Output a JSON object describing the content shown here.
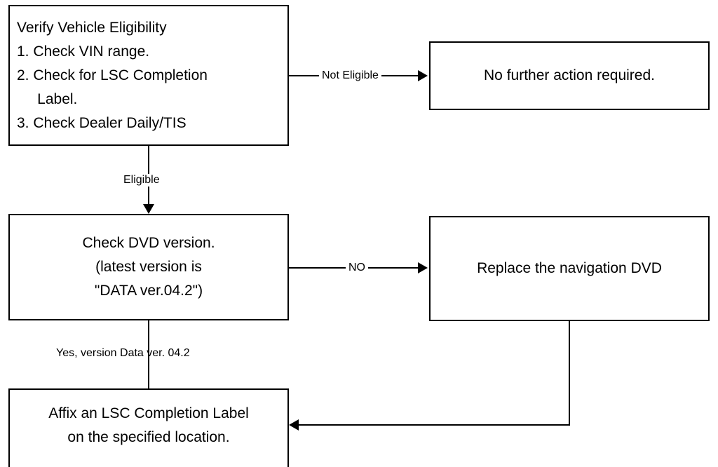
{
  "diagram": {
    "title": "LSC navigation DVD eligibility flowchart",
    "background_color": "#ffffff",
    "stroke_color": "#000000"
  },
  "nodes": {
    "verify": {
      "lines": [
        "Verify Vehicle Eligibility",
        "1. Check VIN range.",
        "2. Check for LSC Completion",
        "     Label.",
        "3. Check Dealer Daily/TIS"
      ]
    },
    "no_action": {
      "lines": [
        "No further action required."
      ]
    },
    "check_dvd": {
      "lines": [
        "Check DVD version.",
        "(latest version is",
        "\"DATA ver.04.2\")"
      ]
    },
    "replace": {
      "lines": [
        "Replace the navigation DVD"
      ]
    },
    "affix": {
      "lines": [
        "Affix an LSC Completion Label",
        "on the specified location."
      ]
    }
  },
  "edges": {
    "not_eligible": "Not Eligible",
    "eligible": "Eligible",
    "no": "NO",
    "yes_version": "Yes, version Data ver. 04.2"
  }
}
